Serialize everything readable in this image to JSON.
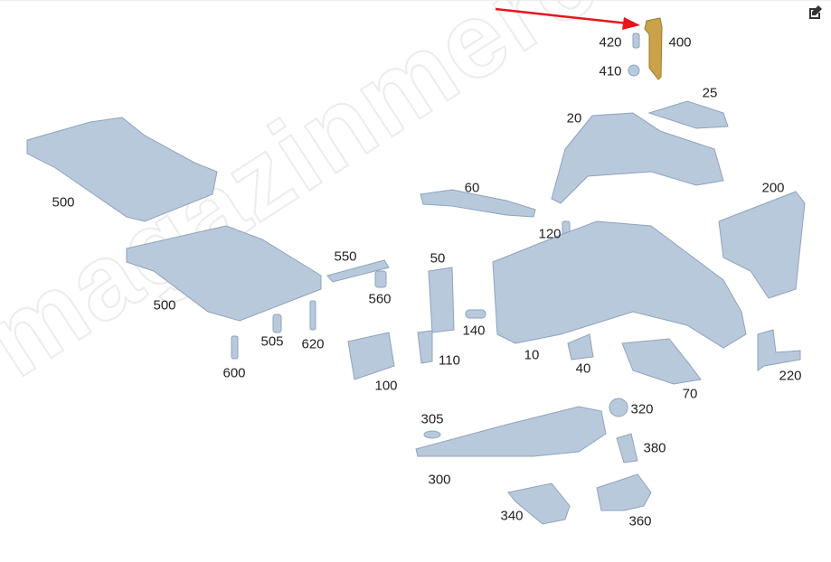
{
  "watermark": "magazinmercedes.ru",
  "toolbar": {
    "edit_icon": "edit-icon"
  },
  "colors": {
    "part": "#b9c9dc",
    "part_edge": "#8ea3bd",
    "highlight": "#c9a24a",
    "arrow": "#e8141c"
  },
  "parts": [
    {
      "id": "420",
      "label": "420"
    },
    {
      "id": "400",
      "label": "400",
      "highlighted": true
    },
    {
      "id": "410",
      "label": "410"
    },
    {
      "id": "25",
      "label": "25"
    },
    {
      "id": "20",
      "label": "20"
    },
    {
      "id": "500a",
      "label": "500"
    },
    {
      "id": "60",
      "label": "60"
    },
    {
      "id": "200",
      "label": "200"
    },
    {
      "id": "120",
      "label": "120"
    },
    {
      "id": "550",
      "label": "550"
    },
    {
      "id": "50",
      "label": "50"
    },
    {
      "id": "560",
      "label": "560"
    },
    {
      "id": "500b",
      "label": "500"
    },
    {
      "id": "505",
      "label": "505"
    },
    {
      "id": "620",
      "label": "620"
    },
    {
      "id": "140",
      "label": "140"
    },
    {
      "id": "10",
      "label": "10"
    },
    {
      "id": "600",
      "label": "600"
    },
    {
      "id": "110",
      "label": "110"
    },
    {
      "id": "40",
      "label": "40"
    },
    {
      "id": "100",
      "label": "100"
    },
    {
      "id": "70",
      "label": "70"
    },
    {
      "id": "220",
      "label": "220"
    },
    {
      "id": "320",
      "label": "320"
    },
    {
      "id": "305",
      "label": "305"
    },
    {
      "id": "380",
      "label": "380"
    },
    {
      "id": "300",
      "label": "300"
    },
    {
      "id": "340",
      "label": "340"
    },
    {
      "id": "360",
      "label": "360"
    }
  ]
}
